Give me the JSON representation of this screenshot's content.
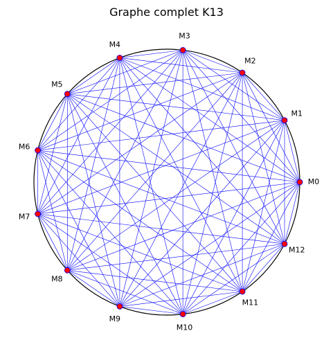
{
  "title": "Graphe complet K13",
  "graph": {
    "type": "complete-graph",
    "n": 13,
    "nodes": [
      "M0",
      "M1",
      "M2",
      "M3",
      "M4",
      "M5",
      "M6",
      "M7",
      "M8",
      "M9",
      "M10",
      "M11",
      "M12"
    ],
    "colors": {
      "edge": "#0000ff",
      "node_fill": "#ff0000",
      "node_stroke": "#0000ff",
      "circle": "#000000",
      "label": "#000000"
    }
  }
}
